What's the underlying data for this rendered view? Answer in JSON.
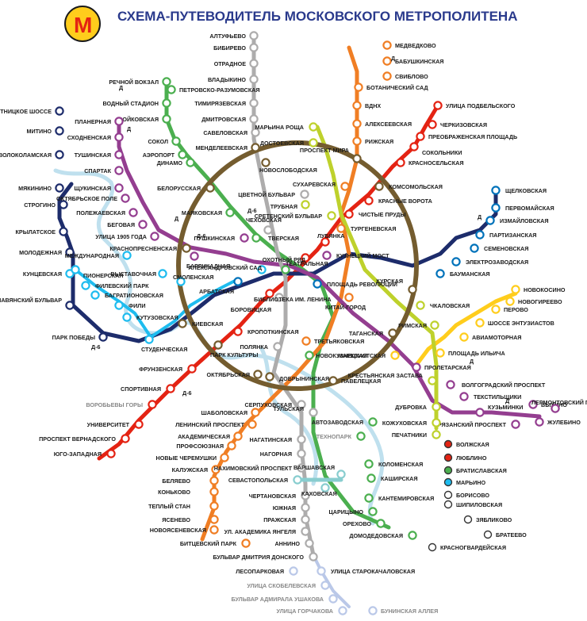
{
  "title": "СХЕМА-ПУТЕВОДИТЕЛЬ МОСКОВСКОГО МЕТРОПОЛИТЕНА",
  "logo_letter": "М",
  "line_colors": {
    "sokolnicheskaya": "#e42313",
    "zamoskvoretskaya": "#4baf4f",
    "arbatsko_pokrovskaya": "#0072ba",
    "filevskaya": "#1ebcef",
    "koltsevaya": "#745c2f",
    "kaluzhsko_rizhskaya": "#f07e24",
    "tagansko_krasnopresnenskaya": "#943e90",
    "kalininskaya": "#ffcd1c",
    "serpukhovsko_timiryazevskaya": "#adacac",
    "lyublinskaya": "#bed12c",
    "kakhovskaya": "#88cdcf",
    "butovskaya": "#bac8e8",
    "dark_blue": "#1d2c6b"
  },
  "legend": [
    {
      "label": "ВОЛЖСКАЯ",
      "color": "#e42313"
    },
    {
      "label": "ЛЮБЛИНО",
      "color": "#e42313"
    },
    {
      "label": "БРАТИСЛАВСКАЯ",
      "color": "#4baf4f"
    },
    {
      "label": "МАРЬИНО",
      "color": "#1ebcef"
    },
    {
      "label": "БОРИСОВО",
      "color": "#ffffff"
    },
    {
      "label": "ШИПИЛОВСКАЯ",
      "color": "#ffffff"
    },
    {
      "label": "ЗЯБЛИКОВО",
      "color": "#ffffff"
    },
    {
      "label": "БРАТЕЕВО",
      "color": "#ffffff"
    },
    {
      "label": "КРАСНОГВАРДЕЙСКАЯ",
      "color": "#ffffff"
    }
  ],
  "markers": {
    "d": "Д",
    "d6": "Д-6"
  },
  "stations": [
    "МЕДВЕДКОВО",
    "БАБУШКИНСКАЯ",
    "СВИБЛОВО",
    "БОТАНИЧЕСКИЙ САД",
    "ВДНХ",
    "АЛЕКСЕЕВСКАЯ",
    "РИЖСКАЯ",
    "ПРОСПЕКТ МИРА",
    "СУХАРЕВСКАЯ",
    "ТУРГЕНЕВСКАЯ",
    "КИТАЙ-ГОРОД",
    "ТРЕТЬЯКОВСКАЯ",
    "ОКТЯБРЬСКАЯ",
    "ШАБОЛОВСКАЯ",
    "ЛЕНИНСКИЙ ПРОСПЕКТ",
    "АКАДЕМИЧЕСКАЯ",
    "ПРОФСОЮЗНАЯ",
    "НОВЫЕ ЧЕРЕМУШКИ",
    "КАЛУЖСКАЯ",
    "БЕЛЯЕВО",
    "КОНЬКОВО",
    "ТЕПЛЫЙ СТАН",
    "ЯСЕНЕВО",
    "НОВОЯСЕНЕВСКАЯ",
    "АЛТУФЬЕВО",
    "БИБИРЕВО",
    "ОТРАДНОЕ",
    "ВЛАДЫКИНО",
    "ПЕТРОВСКО-РАЗУМОВСКАЯ",
    "ТИМИРЯЗЕВСКАЯ",
    "ДМИТРОВСКАЯ",
    "САВЕЛОВСКАЯ",
    "МЕНДЕЛЕЕВСКАЯ",
    "ЦВЕТНОЙ БУЛЬВАР",
    "ЧЕХОВСКАЯ",
    "БОРОВИЦКАЯ",
    "ПОЛЯНКА",
    "СЕРПУХОВСКАЯ",
    "ТУЛЬСКАЯ",
    "НАГАТИНСКАЯ",
    "НАГОРНАЯ",
    "НАХИМОВСКИЙ ПРОСПЕКТ",
    "СЕВАСТОПОЛЬСКАЯ",
    "ЧЕРТАНОВСКАЯ",
    "ЮЖНАЯ",
    "ПРАЖСКАЯ",
    "УЛ. АКАДЕМИКА ЯНГЕЛЯ",
    "АННИНО",
    "БУЛЬВАР ДМИТРИЯ ДОНСКОГО",
    "УЛИЦА СТАРОКАЧАЛОВСКАЯ",
    "УЛИЦА СКОБЕЛЕВСКАЯ",
    "БУЛЬВАР АДМИРАЛА УШАКОВА",
    "УЛИЦА ГОРЧАКОВА",
    "БУНИНСКАЯ АЛЛЕЯ",
    "ЛЕСОПАРКОВАЯ",
    "БИТЦЕВСКИЙ ПАРК",
    "РЕЧНОЙ ВОКЗАЛ",
    "ВОДНЫЙ СТАДИОН",
    "ВОЙКОВСКАЯ",
    "СОКОЛ",
    "АЭРОПОРТ",
    "ДИНАМО",
    "БЕЛОРУССКАЯ",
    "МАЯКОВСКАЯ",
    "ТВЕРСКАЯ",
    "ПУШКИНСКАЯ",
    "ТЕАТРАЛЬНАЯ",
    "ОХОТНЫЙ РЯД",
    "ПЛОЩАДЬ РЕВОЛЮЦИИ",
    "НОВОКУЗНЕЦКАЯ",
    "ПАВЕЛЕЦКАЯ",
    "АВТОЗАВОДСКАЯ",
    "КОЛОМЕНСКАЯ",
    "КАШИРСКАЯ",
    "КАНТЕМИРОВСКАЯ",
    "ЦАРИЦЫНО",
    "ОРЕХОВО",
    "ДОМОДЕДОВСКАЯ",
    "ТЕХНОПАРК",
    "ПЯТНИЦКОЕ ШОССЕ",
    "МИТИНО",
    "ВОЛОКОЛАМСКАЯ",
    "МЯКИНИНО",
    "СТРОГИНО",
    "КРЫЛАТСКОЕ",
    "МОЛОДЕЖНАЯ",
    "КУНЦЕВСКАЯ",
    "СЛАВЯНСКИЙ БУЛЬВАР",
    "ПАРК ПОБЕДЫ",
    "ПЛАНЕРНАЯ",
    "СХОДНЕНСКАЯ",
    "ТУШИНСКАЯ",
    "СПАРТАК",
    "ЩУКИНСКАЯ",
    "ОКТЯБРЬСКОЕ ПОЛЕ",
    "ПОЛЕЖАЕВСКАЯ",
    "БЕГОВАЯ",
    "УЛИЦА 1905 ГОДА",
    "КРАСНОПРЕСНЕНСКАЯ",
    "БАРРИКАДНАЯ",
    "МЕЖДУНАРОДНАЯ",
    "ВЫСТАВОЧНАЯ",
    "ПИОНЕРСКАЯ",
    "ФИЛЕВСКИЙ ПАРК",
    "БАГРАТИОНОВСКАЯ",
    "ФИЛИ",
    "КУТУЗОВСКАЯ",
    "СТУДЕНЧЕСКАЯ",
    "СМОЛЕНСКАЯ",
    "АРБАТСКАЯ",
    "АЛЕКСАНДРОВСКИЙ САД",
    "БИБЛИОТЕКА ИМ. ЛЕНИНА",
    "КИЕВСКАЯ",
    "ПАРК КУЛЬТУРЫ",
    "ФРУНЗЕНСКАЯ",
    "СПОРТИВНАЯ",
    "ВОРОБЬЕВЫ ГОРЫ",
    "УНИВЕРСИТЕТ",
    "ПРОСПЕКТ ВЕРНАДСКОГО",
    "ЮГО-ЗАПАДНАЯ",
    "КРОПОТКИНСКАЯ",
    "ДОБРЫНИНСКАЯ",
    "УЛИЦА ПОДБЕЛЬСКОГО",
    "ЧЕРКИЗОВСКАЯ",
    "ПРЕОБРАЖЕНСКАЯ ПЛОЩАДЬ",
    "СОКОЛЬНИКИ",
    "КРАСНОСЕЛЬСКАЯ",
    "КОМСОМОЛЬСКАЯ",
    "КРАСНЫЕ ВОРОТА",
    "ЧИСТЫЕ ПРУДЫ",
    "ЛУБЯНКА",
    "КУЗНЕЦКИЙ МОСТ",
    "КУРСКАЯ",
    "ЧКАЛОВСКАЯ",
    "БАУМАНСКАЯ",
    "ЭЛЕКТРОЗАВОДСКАЯ",
    "СЕМЕНОВСКАЯ",
    "ПАРТИЗАНСКАЯ",
    "ИЗМАЙЛОВСКАЯ",
    "ПЕРВОМАЙСКАЯ",
    "ЩЕЛКОВСКАЯ",
    "ТРУБНАЯ",
    "СРЕТЕНСКИЙ БУЛЬВАР",
    "МАРЬИНА РОЩА",
    "ДОСТОЕВСКАЯ",
    "НОВОСЛОБОДСКАЯ",
    "НОВОКОСИНО",
    "НОВОГИРЕЕВО",
    "ПЕРОВО",
    "ШОССЕ ЭНТУЗИАСТОВ",
    "АВИАМОТОРНАЯ",
    "ПЛОЩАДЬ ИЛЬИЧА",
    "РИМСКАЯ",
    "МАРКСИСТСКАЯ",
    "ТАГАНСКАЯ",
    "ПРОЛЕТАРСКАЯ",
    "КРЕСТЬЯНСКАЯ ЗАСТАВА",
    "ВОЛГОГРАДСКИЙ ПРОСПЕКТ",
    "ТЕКСТИЛЬЩИКИ",
    "КУЗЬМИНКИ",
    "РЯЗАНСКИЙ ПРОСПЕКТ",
    "ВЫХИНО",
    "ЛЕРМОНТОВСКИЙ ПРОСПЕКТ",
    "ЖУЛЕБИНО",
    "ДУБРОВКА",
    "КОЖУХОВСКАЯ",
    "ПЕЧАТНИКИ",
    "ВАРШАВСКАЯ",
    "КАХОВСКАЯ"
  ]
}
